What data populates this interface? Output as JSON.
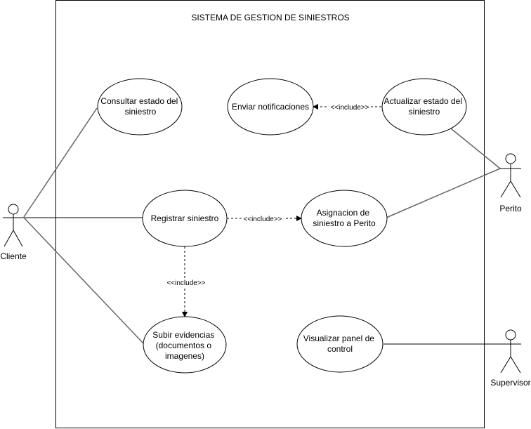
{
  "system": {
    "title": "SISTEMA DE GESTION DE SINIESTROS"
  },
  "actors": {
    "cliente": "Cliente",
    "perito": "Perito",
    "supervisor": "Supervisor"
  },
  "use_cases": {
    "consultar": [
      "Consultar estado del",
      "siniestro"
    ],
    "enviar": [
      "Enviar notificaciones"
    ],
    "actualizar": [
      "Actualizar estado del",
      "siniestro"
    ],
    "registrar": [
      "Registrar siniestro"
    ],
    "asignacion": [
      "Asignacion de",
      "siniestro a Perito"
    ],
    "subir": [
      "Subir evidencias",
      "(documentos o",
      "imagenes)"
    ],
    "visualizar": [
      "Visualizar panel de",
      "control"
    ]
  },
  "relations": {
    "include_label": "<<include>>"
  }
}
